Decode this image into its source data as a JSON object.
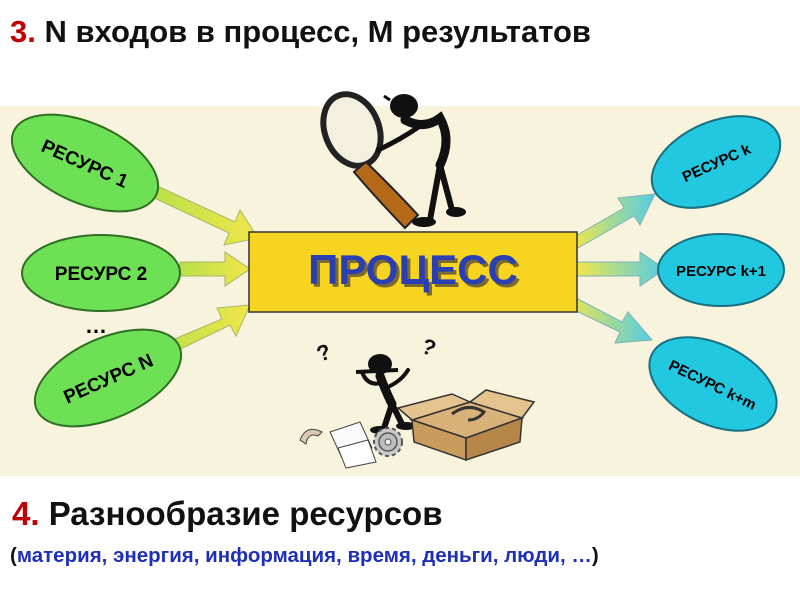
{
  "title": {
    "number": "3.",
    "text": "N входов в процесс, M результатов"
  },
  "process": {
    "label": "ПРОЦЕСС"
  },
  "inputs": [
    {
      "label": "РЕСУРС 1"
    },
    {
      "label": "РЕСУРС 2"
    },
    {
      "label": "РЕСУРС N"
    }
  ],
  "inputs_ellipsis": "…",
  "outputs": [
    {
      "label": "РЕСУРС k"
    },
    {
      "label": "РЕСУРС k+1"
    },
    {
      "label": "РЕСУРС k+m"
    }
  ],
  "heading2": {
    "number": "4.",
    "text": "Разнообразие ресурсов"
  },
  "resource_types": {
    "open": "(",
    "items": "материя, энергия, информация, время, деньги, люди, …",
    "close": ")"
  },
  "colors": {
    "title_number": "#c00000",
    "input_oval": "#6ee055",
    "output_oval": "#22c7e0",
    "process_box": "#f7d420",
    "process_text": "#2b3fb5",
    "list_text": "#1e2fb8",
    "panel_bg": "#f8f3dc"
  },
  "icons": [
    "magnifier-figure-icon",
    "confused-figure-icon",
    "box-icon",
    "gear-icon",
    "papers-icon"
  ]
}
